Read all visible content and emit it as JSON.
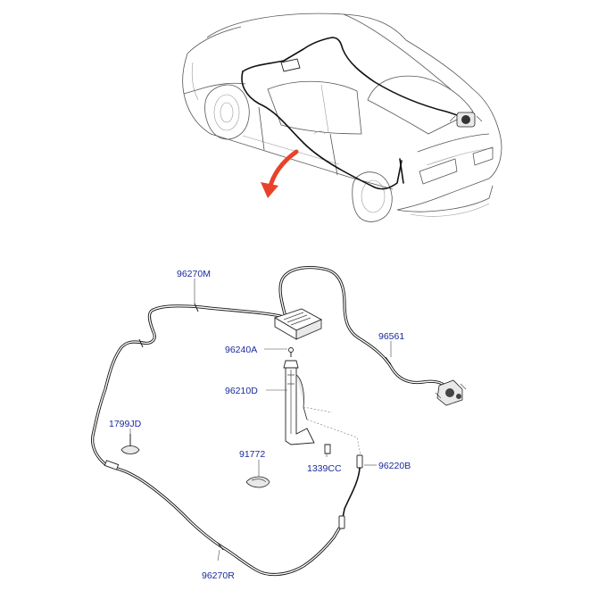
{
  "labels": {
    "p96270M": "96270M",
    "p96240A": "96240A",
    "p96210D": "96210D",
    "p1799JD": "1799JD",
    "p91772": "91772",
    "p1339CC": "1339CC",
    "p96220B": "96220B",
    "p96561": "96561",
    "p96270R": "96270R"
  },
  "colors": {
    "label": "#1a2a9c",
    "arrow": "#e8432a",
    "line": "#111111"
  }
}
